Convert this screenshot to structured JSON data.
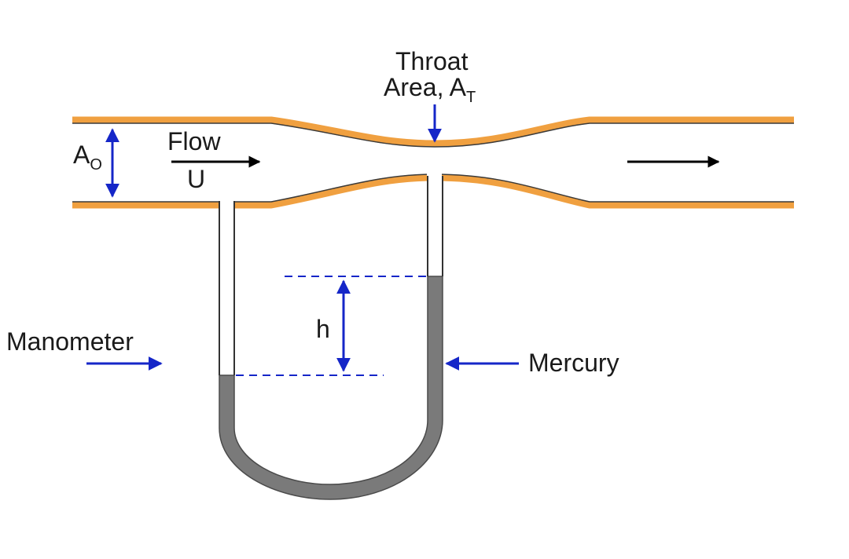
{
  "labels": {
    "throat_line1": "Throat",
    "throat_line2": "Area, A",
    "throat_sub": "T",
    "area_main": "A",
    "area_sub": "O",
    "flow": "Flow",
    "velocity": "U",
    "height": "h",
    "manometer": "Manometer",
    "mercury": "Mercury"
  },
  "colors": {
    "pipe_wall": "#f0a040",
    "pipe_edge": "#222222",
    "annotation_arrow": "#1526c8",
    "flow_arrow": "#000000",
    "mercury": "#7a7a7a",
    "mercury_edge": "#4a4a4a",
    "tube_glass": "#ffffff",
    "dashed_level": "#1526c8"
  }
}
